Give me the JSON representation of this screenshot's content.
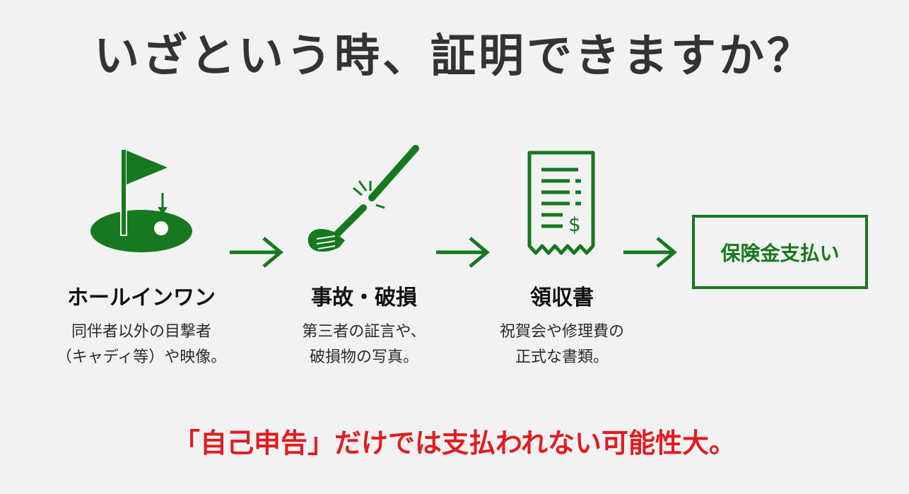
{
  "title": "いざという時、証明できますか？",
  "steps": [
    {
      "icon": "golf-flag-icon",
      "title": "ホールインワン",
      "desc_line1": "同伴者以外の目撃者",
      "desc_line2": "（キャディ等）や映像。"
    },
    {
      "icon": "broken-golf-club-icon",
      "title": "事故・破損",
      "desc_line1": "第三者の証言や、",
      "desc_line2": "破損物の写真。"
    },
    {
      "icon": "receipt-icon",
      "title": "領収書",
      "desc_line1": "祝賀会や修理費の",
      "desc_line2": "正式な書類。"
    }
  ],
  "receipt_symbol": "$",
  "payout": {
    "label": "保険金支払い"
  },
  "warning": "「自己申告」だけでは支払われない可能性大。",
  "colors": {
    "accent_green": "#16781f",
    "warning_red": "#e21b22",
    "title_gray": "#333333",
    "background": "#f2f2f2"
  }
}
